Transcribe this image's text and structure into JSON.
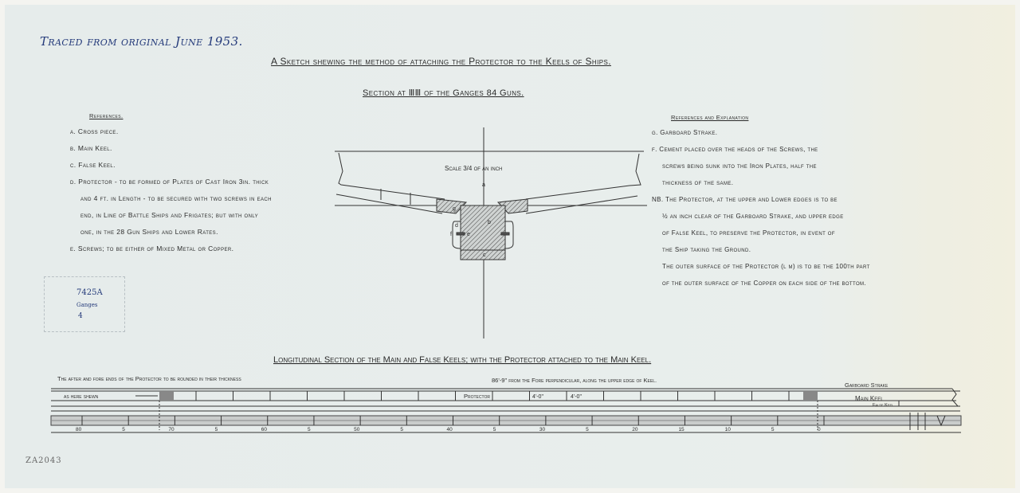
{
  "annotation": {
    "traced_note": "Traced from original June 1953.",
    "catalog_id": "ZA2043"
  },
  "title": "A Sketch shewing the method of attaching the Protector to the Keels of Ships.",
  "section_title": "Section at ⅢⅢ of the Ganges 84 Guns.",
  "references_left": {
    "heading": "References.",
    "items": [
      "a. Cross piece.",
      "b. Main Keel.",
      "c. False Keel.",
      "d. Protector - to be formed of Plates of Cast Iron 3in. thick",
      "and 4 ft. in Length - to be secured with two screws in each",
      "end, in Line of Battle Ships and Frigates; but with only",
      "one, in the 28 Gun Ships and Lower Rates.",
      "e. Screws; to be either of Mixed Metal or Copper."
    ]
  },
  "references_right": {
    "heading": "References and Explanation",
    "items": [
      "g. Garboard Strake.",
      "f. Cement placed over the heads of the Screws, the",
      "screws being sunk into the Iron Plates, half the",
      "thickness of the same.",
      "NB. The Protector, at the upper and Lower edges is to be",
      "½ an inch clear of the Garboard Strake, and upper edge",
      "of False Keel, to preserve the Protector, in event of",
      "the Ship taking the Ground.",
      "The outer surface of the Protector (l m) is to be the 100th part",
      "of the outer surface of the Copper on each side of the bottom."
    ]
  },
  "section_drawing": {
    "scale": "Scale 3/4 of an inch",
    "labels": {
      "a": "a",
      "b": "b",
      "c": "c",
      "d": "d",
      "e": "e",
      "f": "f",
      "g": "g"
    }
  },
  "stamp": {
    "number": "7425A",
    "ship": "Ganges",
    "sheet": "4"
  },
  "longitudinal": {
    "title": "Longitudinal Section of the Main and False Keels; with the Protector attached to the Main Keel.",
    "note_left": "The after and fore ends of the Protector to be rounded in their thickness",
    "note_center": "86'-9\" from the Fore perpendicular, along the upper edge of Keel.",
    "as_here_shewn": "as here shewn",
    "protector": "Protector",
    "dim1": "4'-0\"",
    "dim2": "4'-0\"",
    "garboard": "Garboard Strake",
    "main_keel": "Main Keel",
    "false_keel": "False Keel",
    "scale_labels": [
      "80",
      "5",
      "70",
      "5",
      "60",
      "5",
      "50",
      "5",
      "40",
      "5",
      "30",
      "5",
      "20",
      "15",
      "10",
      "5",
      "0"
    ]
  }
}
